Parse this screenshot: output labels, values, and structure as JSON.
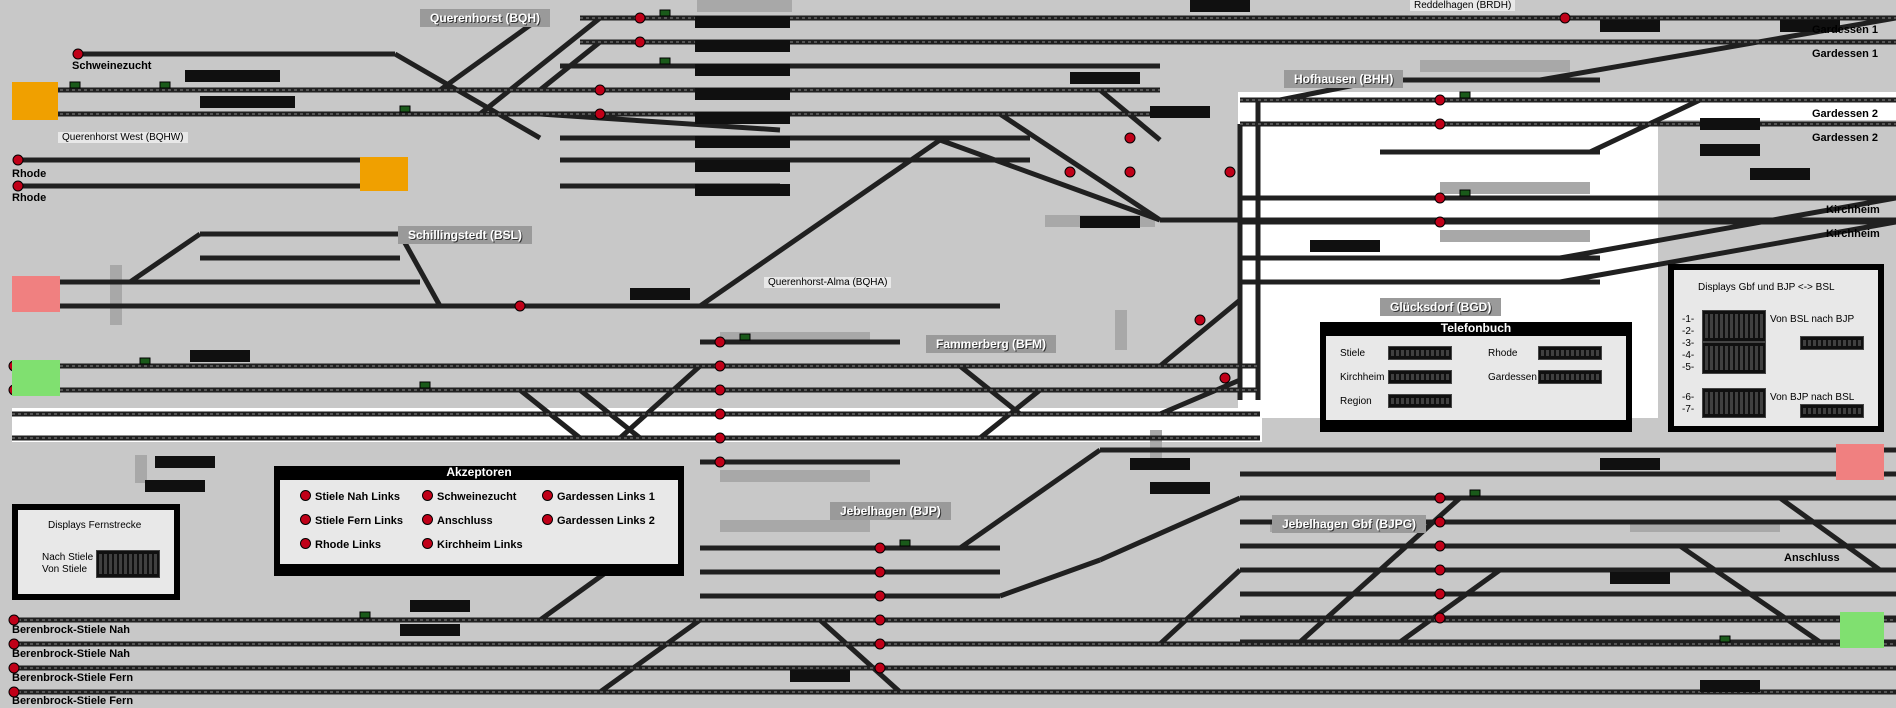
{
  "stations": {
    "querenhorst": "Querenhorst (BQH)",
    "reddelhagen": "Reddelhagen (BRDH)",
    "hofhausen": "Hofhausen (BHH)",
    "schillingstedt": "Schillingstedt (BSL)",
    "gluecksdorf": "Glücksdorf (BGD)",
    "fammerberg": "Fammerberg (BFM)",
    "jebelhagen": "Jebelhagen (BJP)",
    "jebelhagen_gbf": "Jebelhagen Gbf (BJPG)",
    "querenhorst_west": "Querenhorst West (BQHW)",
    "querenhorst_alma": "Querenhorst-Alma (BQHA)"
  },
  "edges": {
    "schweinezucht": "Schweinezucht",
    "rhode1": "Rhode",
    "rhode2": "Rhode",
    "gardessen1a": "Gardessen 1",
    "gardessen1b": "Gardessen 1",
    "gardessen2a": "Gardessen 2",
    "gardessen2b": "Gardessen 2",
    "kirchheim1": "Kirchheim",
    "kirchheim2": "Kirchheim",
    "anschluss": "Anschluss",
    "berenbrock_nah1": "Berenbrock-Stiele Nah",
    "berenbrock_nah2": "Berenbrock-Stiele Nah",
    "berenbrock_fern1": "Berenbrock-Stiele Fern",
    "berenbrock_fern2": "Berenbrock-Stiele Fern"
  },
  "akzeptoren": {
    "title": "Akzeptoren",
    "items": [
      "Stiele Nah Links",
      "Schweinezucht",
      "Gardessen Links 1",
      "Stiele Fern Links",
      "Anschluss",
      "Gardessen Links 2",
      "Rhode Links",
      "Kirchheim Links"
    ]
  },
  "telefonbuch": {
    "title": "Telefonbuch",
    "items": [
      "Stiele",
      "Rhode",
      "Kirchheim",
      "Gardessen",
      "Region"
    ]
  },
  "fernstrecke": {
    "title": "Displays Fernstrecke",
    "rows": [
      "Nach Stiele",
      "Von Stiele"
    ]
  },
  "gbf_bjp": {
    "title": "Displays Gbf und BJP <-> BSL",
    "tracks": [
      "-1-",
      "-2-",
      "-3-",
      "-4-",
      "-5-",
      "-6-",
      "-7-"
    ],
    "label1": "Von BSL nach BJP",
    "label2": "Von BJP nach BSL"
  },
  "colors": {
    "background": "#c8c8c8",
    "track": "#202020",
    "signal_red": "#c00018",
    "signal_green": "#1a5a1a",
    "zone_orange": "#f0a000",
    "zone_red": "#f08080",
    "zone_green": "#80e070",
    "zone_white": "#ffffff"
  }
}
